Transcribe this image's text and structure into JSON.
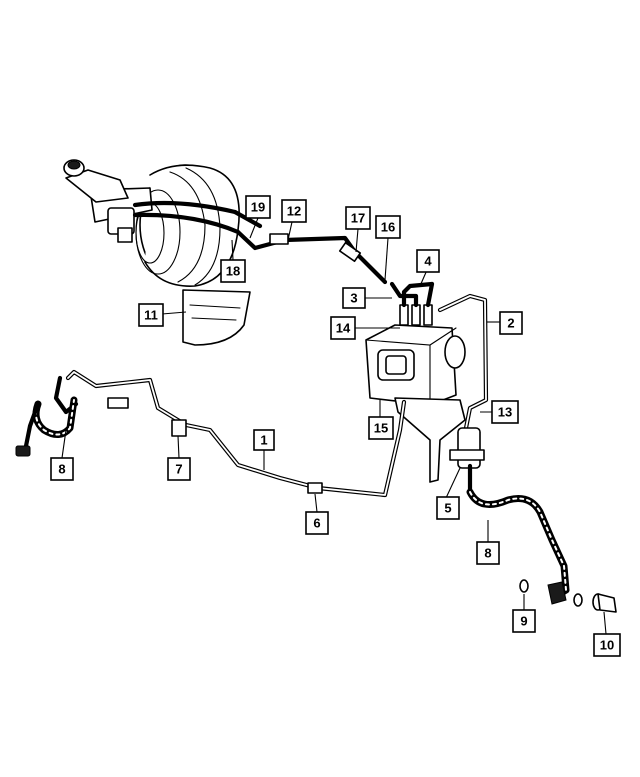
{
  "callouts": {
    "c1": "1",
    "c2": "2",
    "c3": "3",
    "c4": "4",
    "c5": "5",
    "c6": "6",
    "c7": "7",
    "c8_left": "8",
    "c8_right": "8",
    "c9": "9",
    "c10": "10",
    "c11": "11",
    "c12": "12",
    "c13": "13",
    "c14": "14",
    "c15": "15",
    "c16": "16",
    "c17": "17",
    "c18": "18",
    "c19": "19"
  },
  "colors": {
    "ink": "#000000",
    "paper": "#ffffff"
  }
}
